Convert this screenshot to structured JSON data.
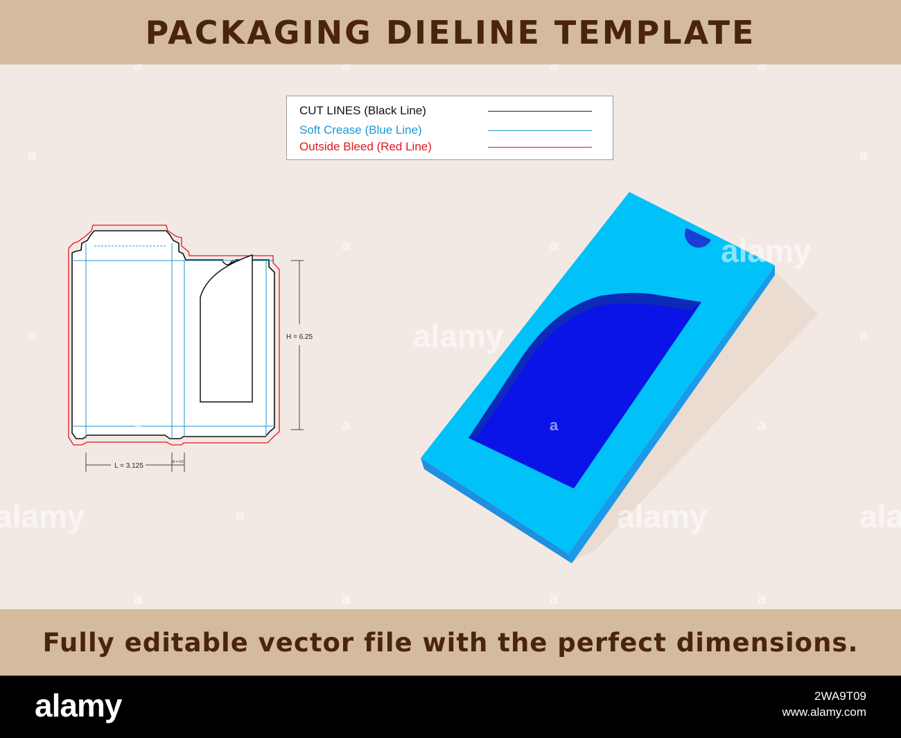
{
  "header": {
    "title": "PACKAGING DIELINE TEMPLATE"
  },
  "legend": {
    "cut": "CUT LINES (Black Line)",
    "crease": "Soft Crease (Blue Line)",
    "bleed": "Outside Bleed (Red Line)"
  },
  "dieline": {
    "height_label": "H = 6.25",
    "length_label": "L = 3.125",
    "width_label": "W = 0.5\""
  },
  "footer_banner": {
    "tagline": "Fully editable vector file with the perfect dimensions."
  },
  "watermark": {
    "text": "alamy",
    "letter": "a"
  },
  "stock_footer": {
    "logo": "alamy",
    "image_id": "2WA9T09",
    "site": "www.alamy.com"
  },
  "colors": {
    "banner": "#d4bb9e",
    "banner_text": "#4a2410",
    "background": "#f3e9e4",
    "cut_line": "#222222",
    "crease_line": "#1e96d4",
    "bleed_line": "#e0161e",
    "box_face": "#00c2f8",
    "box_window": "#0a14e6",
    "box_side": "#1a9ae8"
  }
}
